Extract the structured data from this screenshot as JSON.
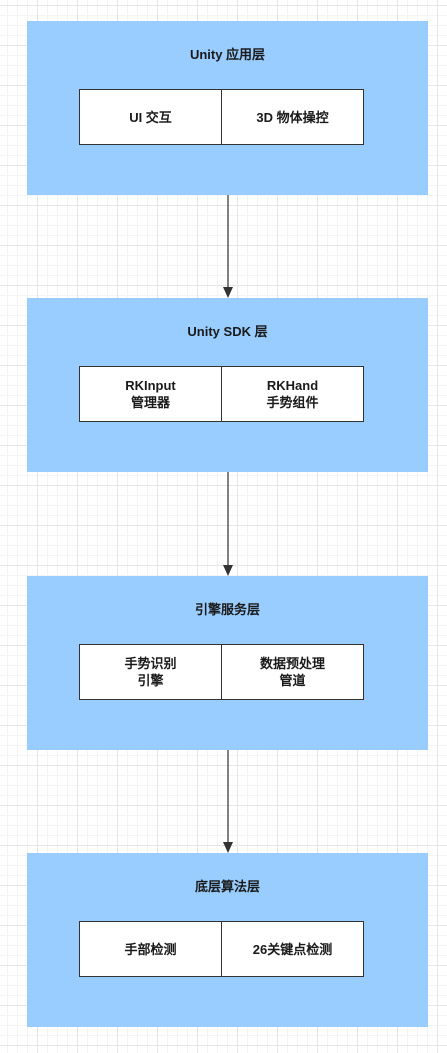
{
  "layers": [
    {
      "title": "Unity 应用层",
      "left": {
        "lines": [
          "UI 交互"
        ]
      },
      "right": {
        "lines": [
          "3D 物体操控"
        ]
      }
    },
    {
      "title": "Unity SDK 层",
      "left": {
        "lines": [
          "RKInput",
          "管理器"
        ]
      },
      "right": {
        "lines": [
          "RKHand",
          "手势组件"
        ]
      }
    },
    {
      "title": "引擎服务层",
      "left": {
        "lines": [
          "手势识别",
          "引擎"
        ]
      },
      "right": {
        "lines": [
          "数据预处理",
          "管道"
        ]
      }
    },
    {
      "title": "底层算法层",
      "left": {
        "lines": [
          "手部检测"
        ]
      },
      "right": {
        "lines": [
          "26关键点检测"
        ]
      }
    }
  ],
  "colors": {
    "layer_fill": "#99ccff",
    "cell_fill": "#ffffff",
    "border": "#333333",
    "arrow": "#333333"
  }
}
